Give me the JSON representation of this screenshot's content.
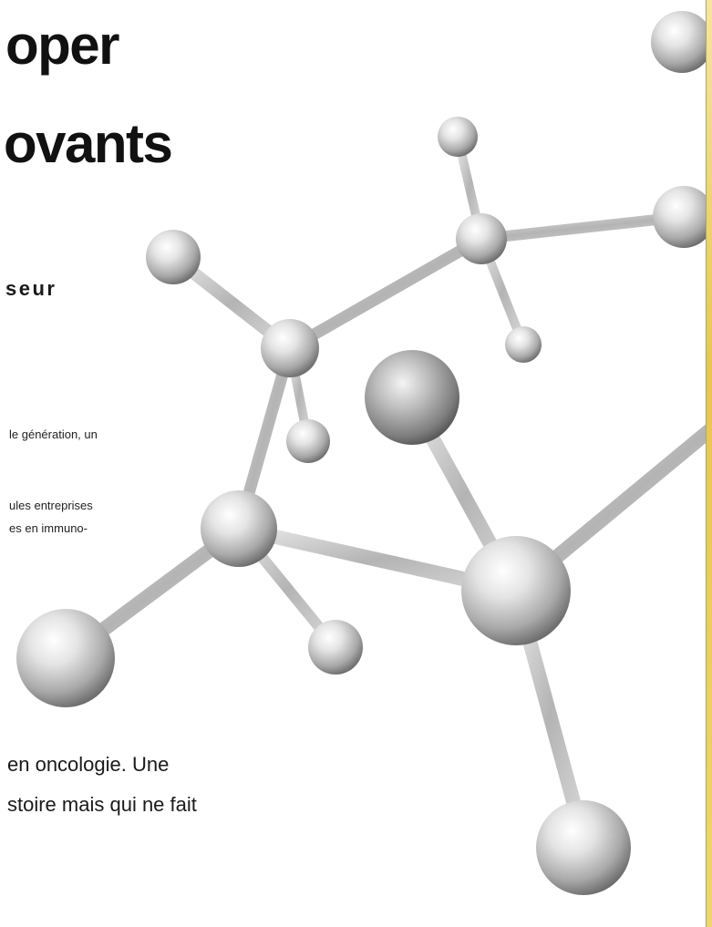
{
  "headline": {
    "line1": "oper",
    "line2": "ovants"
  },
  "subhead": "seur",
  "paragraph_small": {
    "line1": "le génération, un",
    "line2": "ules entreprises",
    "line3": "es en immuno-"
  },
  "paragraph_large": {
    "line1": "en oncologie. Une",
    "line2": "stoire mais qui ne fait"
  },
  "illustration": {
    "icon": "molecule-model-icon",
    "palette": {
      "ball_light": "#f2f2f2",
      "ball_dark": "#7a7a7a",
      "bond": "#b9b9b9",
      "accent_strip": "#e8c84a"
    }
  }
}
